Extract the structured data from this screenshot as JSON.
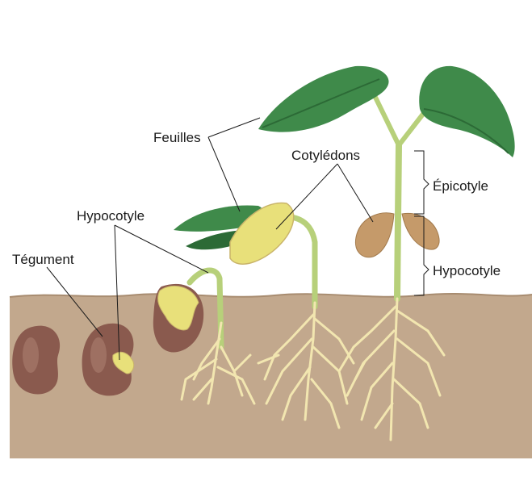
{
  "labels": {
    "feuilles": "Feuilles",
    "cotyledons": "Cotylédons",
    "epicotyle": "Épicotyle",
    "hypocotyle_left": "Hypocotyle",
    "tegument": "Tégument",
    "hypocotyle_right": "Hypocotyle"
  },
  "colors": {
    "soil": "#c2a88d",
    "seed": "#8a5a4e",
    "seed_highlight": "#b58b7c",
    "leaf": "#3f8a4a",
    "leaf_dark": "#2c6a36",
    "stem": "#b7d07a",
    "cotyledon_yellow": "#e8e07a",
    "cotyledon_brown": "#c59a6a",
    "root": "#f2e6b0",
    "root_outline": "#c9b46a"
  }
}
